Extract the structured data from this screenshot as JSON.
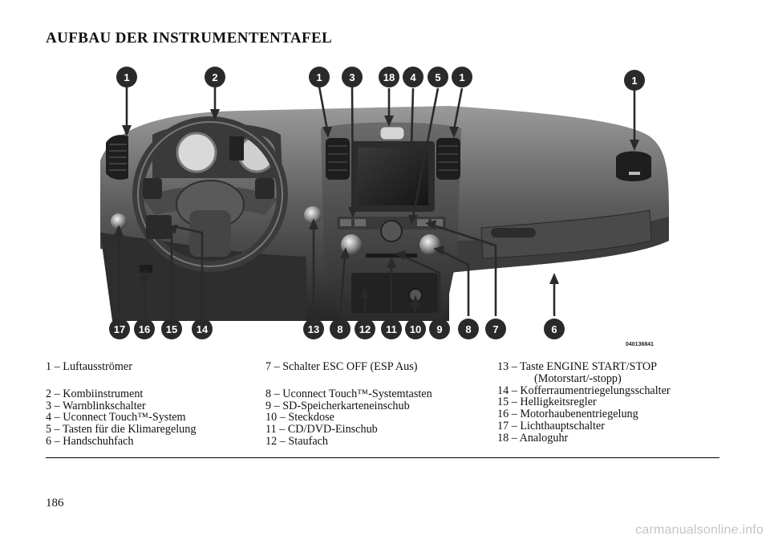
{
  "heading": "AUFBAU DER INSTRUMENTENTAFEL",
  "figure": {
    "image_code": "040136841",
    "callouts_top": [
      "1",
      "2",
      "1",
      "3",
      "18",
      "4",
      "5",
      "1",
      "1"
    ],
    "callouts_bottom": [
      "17",
      "16",
      "15",
      "14",
      "13",
      "8",
      "12",
      "11",
      "10",
      "9",
      "8",
      "7",
      "6"
    ]
  },
  "legend": {
    "col1": [
      "1 – Luftausströmer",
      "2 – Kombiinstrument",
      "3 – Warnblinkschalter",
      "4 – Uconnect Touch™-System",
      "5 – Tasten für die Klimaregelung",
      "6 – Handschuhfach"
    ],
    "col2": [
      "7 – Schalter ESC OFF (ESP Aus)",
      "8 – Uconnect Touch™-Systemtasten",
      "9 – SD-Speicherkarteneinschub",
      "10 – Steckdose",
      "11 – CD/DVD-Einschub",
      "12 – Staufach"
    ],
    "col3": [
      "13 – Taste ENGINE START/STOP",
      "(Motorstart/-stopp)",
      "14 – Kofferraumentriegelungsschalter",
      "15 – Helligkeitsregler",
      "16 – Motorhaubenentriegelung",
      "17 – Lichthauptschalter",
      "18 – Analoguhr"
    ]
  },
  "page_number": "186",
  "watermark": "carmanualsonline.info"
}
